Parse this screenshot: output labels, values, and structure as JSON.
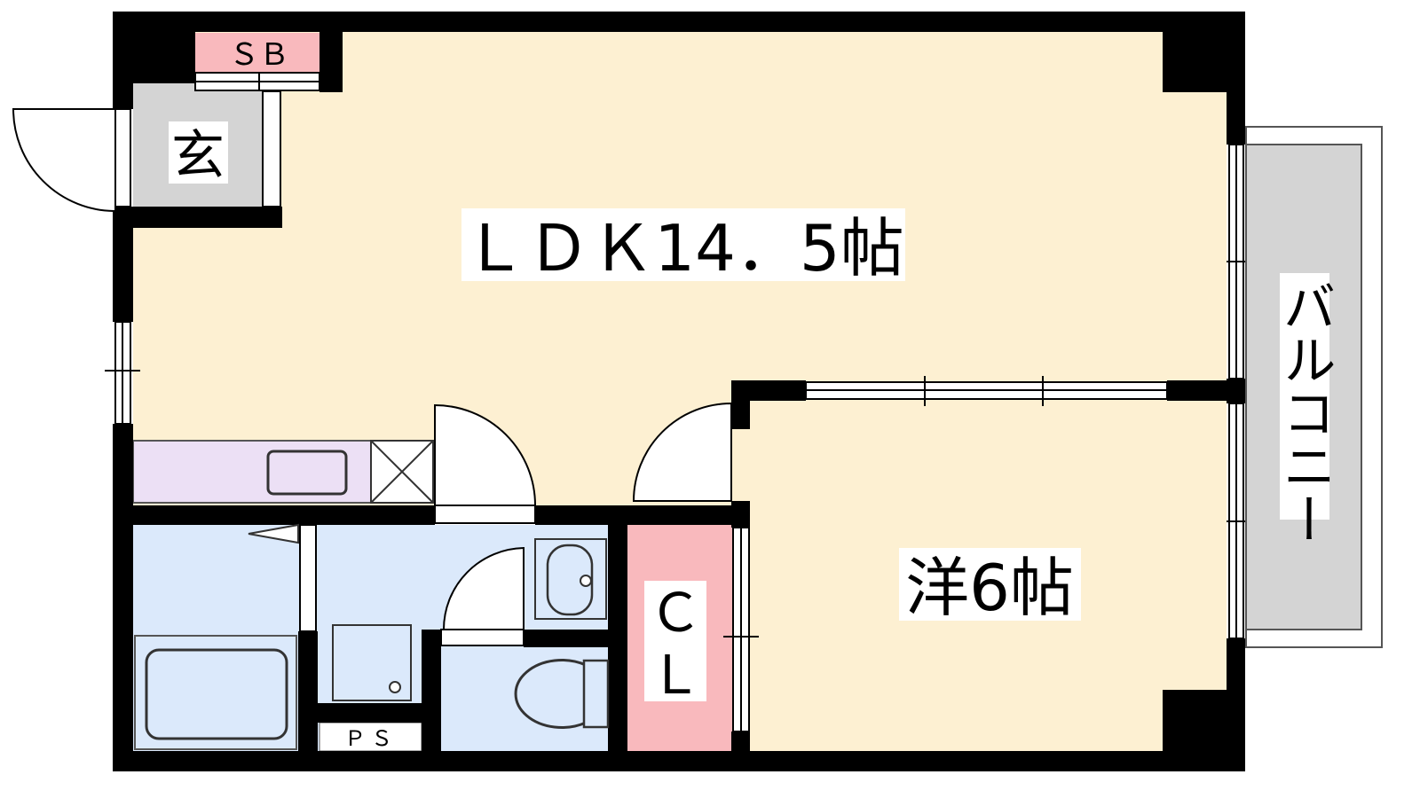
{
  "floorplan": {
    "rooms": {
      "ldk": {
        "label": "ＬＤＫ14．5帖",
        "color": "#fdf0d2"
      },
      "western": {
        "label": "洋6帖",
        "color": "#fdf0d2"
      },
      "entrance": {
        "label": "玄",
        "color": "#d4d4d4"
      },
      "shoe_box": {
        "label": "ＳＢ",
        "color": "#f9b9bd"
      },
      "closet": {
        "label_line1": "Ｃ",
        "label_line2": "Ｌ",
        "color": "#f9b9bd"
      },
      "balcony": {
        "label": "バルコニー",
        "color": "#d4d4d4"
      },
      "pipe_space": {
        "label": "ＰＳ"
      },
      "kitchen": {
        "color": "#ece0f5"
      },
      "bath": {
        "color": "#dbe9fb"
      }
    },
    "colors": {
      "wall": "#000000",
      "background": "#ffffff"
    }
  }
}
